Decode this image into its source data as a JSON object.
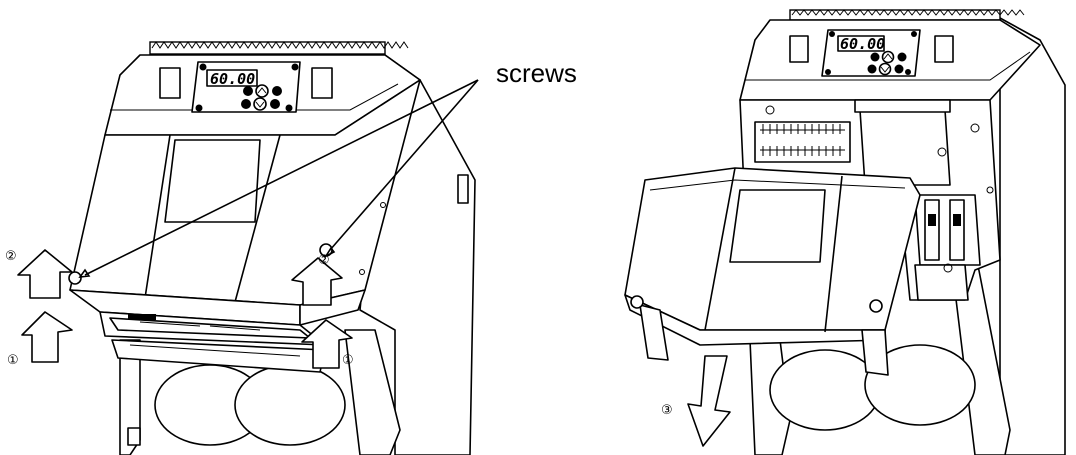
{
  "annotation": {
    "screws_label": "screws"
  },
  "display": {
    "left_readout": "60.00",
    "right_readout": "60.00"
  },
  "markers": {
    "step1": "①",
    "step2": "②",
    "step3": "③"
  }
}
